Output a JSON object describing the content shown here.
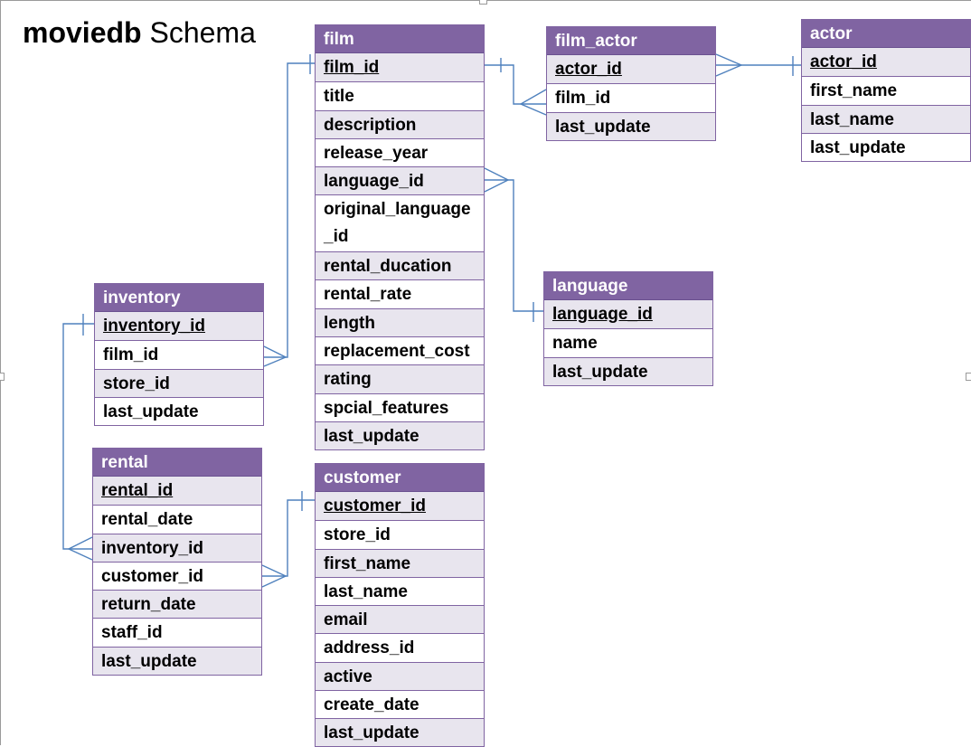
{
  "title": {
    "bold": "moviedb",
    "rest": " Schema"
  },
  "colors": {
    "header": "#8064a2",
    "row_shade": "#e8e5ee",
    "relationship_line": "#4f81bd"
  },
  "tables": {
    "film": {
      "name": "film",
      "fields": [
        "film_id",
        "title",
        "description",
        "release_year",
        "language_id",
        "original_language _id",
        "rental_ducation",
        "rental_rate",
        "length",
        "replacement_cost",
        "rating",
        "spcial_features",
        "last_update"
      ]
    },
    "film_actor": {
      "name": "film_actor",
      "fields": [
        "actor_id",
        "film_id",
        "last_update"
      ]
    },
    "actor": {
      "name": "actor",
      "fields": [
        "actor_id",
        "first_name",
        "last_name",
        "last_update"
      ]
    },
    "language": {
      "name": "language",
      "fields": [
        "language_id",
        "name",
        "last_update"
      ]
    },
    "inventory": {
      "name": "inventory",
      "fields": [
        "inventory_id",
        "film_id",
        "store_id",
        "last_update"
      ]
    },
    "rental": {
      "name": "rental",
      "fields": [
        "rental_id",
        "rental_date",
        "inventory_id",
        "customer_id",
        "return_date",
        "staff_id",
        "last_update"
      ]
    },
    "customer": {
      "name": "customer",
      "fields": [
        "customer_id",
        "store_id",
        "first_name",
        "last_name",
        "email",
        "address_id",
        "active",
        "create_date",
        "last_update"
      ]
    }
  },
  "relationships": [
    {
      "from": "film.film_id",
      "to": "film_actor.film_id",
      "type": "one-to-many"
    },
    {
      "from": "actor.actor_id",
      "to": "film_actor.actor_id",
      "type": "one-to-many"
    },
    {
      "from": "language.language_id",
      "to": "film.language_id",
      "type": "one-to-many"
    },
    {
      "from": "film.film_id",
      "to": "inventory.film_id",
      "type": "one-to-many"
    },
    {
      "from": "inventory.inventory_id",
      "to": "rental.inventory_id",
      "type": "one-to-many"
    },
    {
      "from": "customer.customer_id",
      "to": "rental.customer_id",
      "type": "one-to-many"
    }
  ]
}
